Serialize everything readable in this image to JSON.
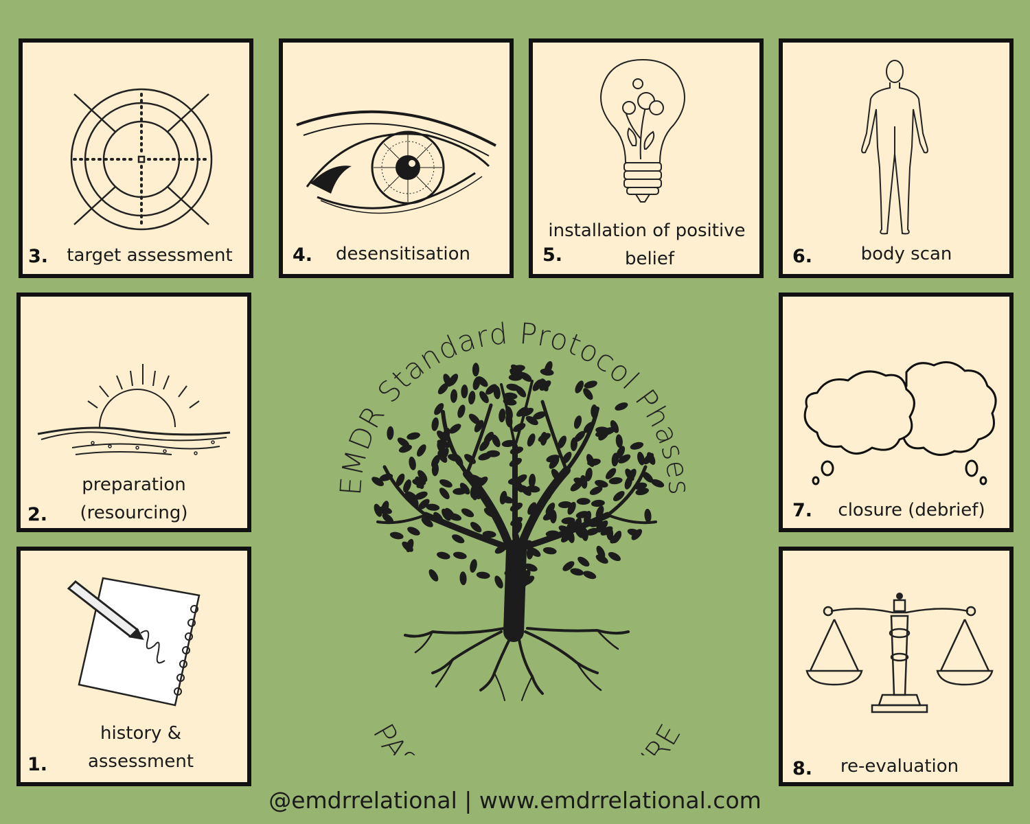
{
  "title": "EMDR Standard Protocol Phases",
  "subtitle": "PAST - PRESENT -FUTURE",
  "footer": {
    "handle": "@emdrrelational |",
    "url": "www.emdrrelational.com"
  },
  "phases": [
    {
      "number": "1.",
      "label_lines": [
        "history  &",
        "assessment"
      ],
      "icon": "notepad-pen-icon"
    },
    {
      "number": "2.",
      "label_lines": [
        "preparation",
        "(resourcing)"
      ],
      "icon": "sunrise-icon"
    },
    {
      "number": "3.",
      "label_lines": [
        "target assessment"
      ],
      "icon": "target-icon"
    },
    {
      "number": "4.",
      "label_lines": [
        "desensitisation"
      ],
      "icon": "eye-icon"
    },
    {
      "number": "5.",
      "label_lines": [
        "installation of positive",
        "belief"
      ],
      "icon": "lightbulb-flower-icon"
    },
    {
      "number": "6.",
      "label_lines": [
        "body scan"
      ],
      "icon": "human-body-icon"
    },
    {
      "number": "7.",
      "label_lines": [
        "closure (debrief)"
      ],
      "icon": "thought-clouds-icon"
    },
    {
      "number": "8.",
      "label_lines": [
        "re-evaluation"
      ],
      "icon": "balance-scale-icon"
    }
  ],
  "colors": {
    "background": "#97b571",
    "card": "#fdefcf",
    "ink": "#111111"
  }
}
